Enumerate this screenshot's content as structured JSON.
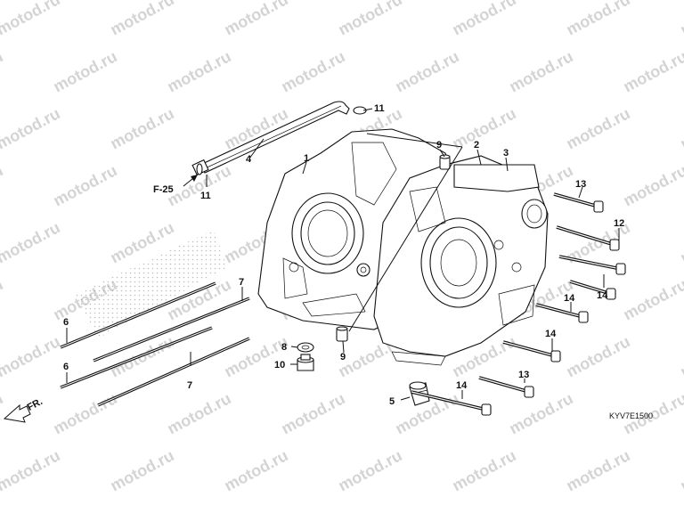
{
  "diagram": {
    "figure_code": "KYV7E1500",
    "reference_label": "F-25",
    "direction_label": "FR.",
    "watermark_text": "motod.ru",
    "colors": {
      "line": "#111111",
      "watermark": "#d4d4d4",
      "background": "#ffffff"
    },
    "callouts": [
      {
        "id": "c1",
        "number": "1"
      },
      {
        "id": "c2",
        "number": "2"
      },
      {
        "id": "c3",
        "number": "3"
      },
      {
        "id": "c4",
        "number": "4"
      },
      {
        "id": "c5",
        "number": "5"
      },
      {
        "id": "c6a",
        "number": "6"
      },
      {
        "id": "c6b",
        "number": "6"
      },
      {
        "id": "c7a",
        "number": "7"
      },
      {
        "id": "c7b",
        "number": "7"
      },
      {
        "id": "c8",
        "number": "8"
      },
      {
        "id": "c9a",
        "number": "9"
      },
      {
        "id": "c9b",
        "number": "9"
      },
      {
        "id": "c10",
        "number": "10"
      },
      {
        "id": "c11a",
        "number": "11"
      },
      {
        "id": "c11b",
        "number": "11"
      },
      {
        "id": "c12",
        "number": "12"
      },
      {
        "id": "c13a",
        "number": "13"
      },
      {
        "id": "c13b",
        "number": "13"
      },
      {
        "id": "c14a",
        "number": "14"
      },
      {
        "id": "c14b",
        "number": "14"
      },
      {
        "id": "c14c",
        "number": "14"
      },
      {
        "id": "c14d",
        "number": "14"
      }
    ]
  }
}
